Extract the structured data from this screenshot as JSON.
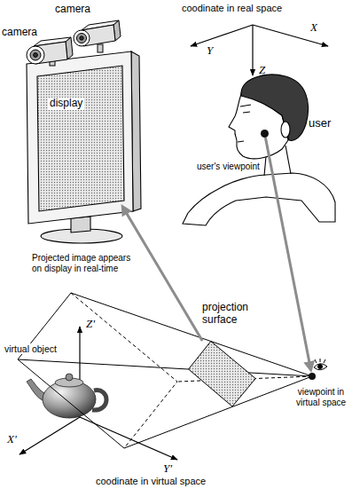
{
  "diagram": {
    "nodes": [
      {
        "text": [
          "display"
        ]
      },
      {
        "text": [
          "user's viewpoint"
        ]
      },
      {
        "text": [
          "projection surface"
        ]
      },
      {
        "text": [
          "viewpoint in virtual space"
        ]
      }
    ],
    "edges": [
      {
        "from": 2,
        "to": 0,
        "arrow": "to",
        "label": "Projected image appears on display in real-time"
      },
      {
        "from": 1,
        "to": 3,
        "arrow": "to"
      }
    ],
    "labels": [
      "camera",
      "coodinate in real space",
      "X",
      "camera",
      "Y",
      "Z",
      "user",
      "Z'",
      "virtual object",
      "X'",
      "Y'",
      "coodinate in virtual space"
    ]
  }
}
